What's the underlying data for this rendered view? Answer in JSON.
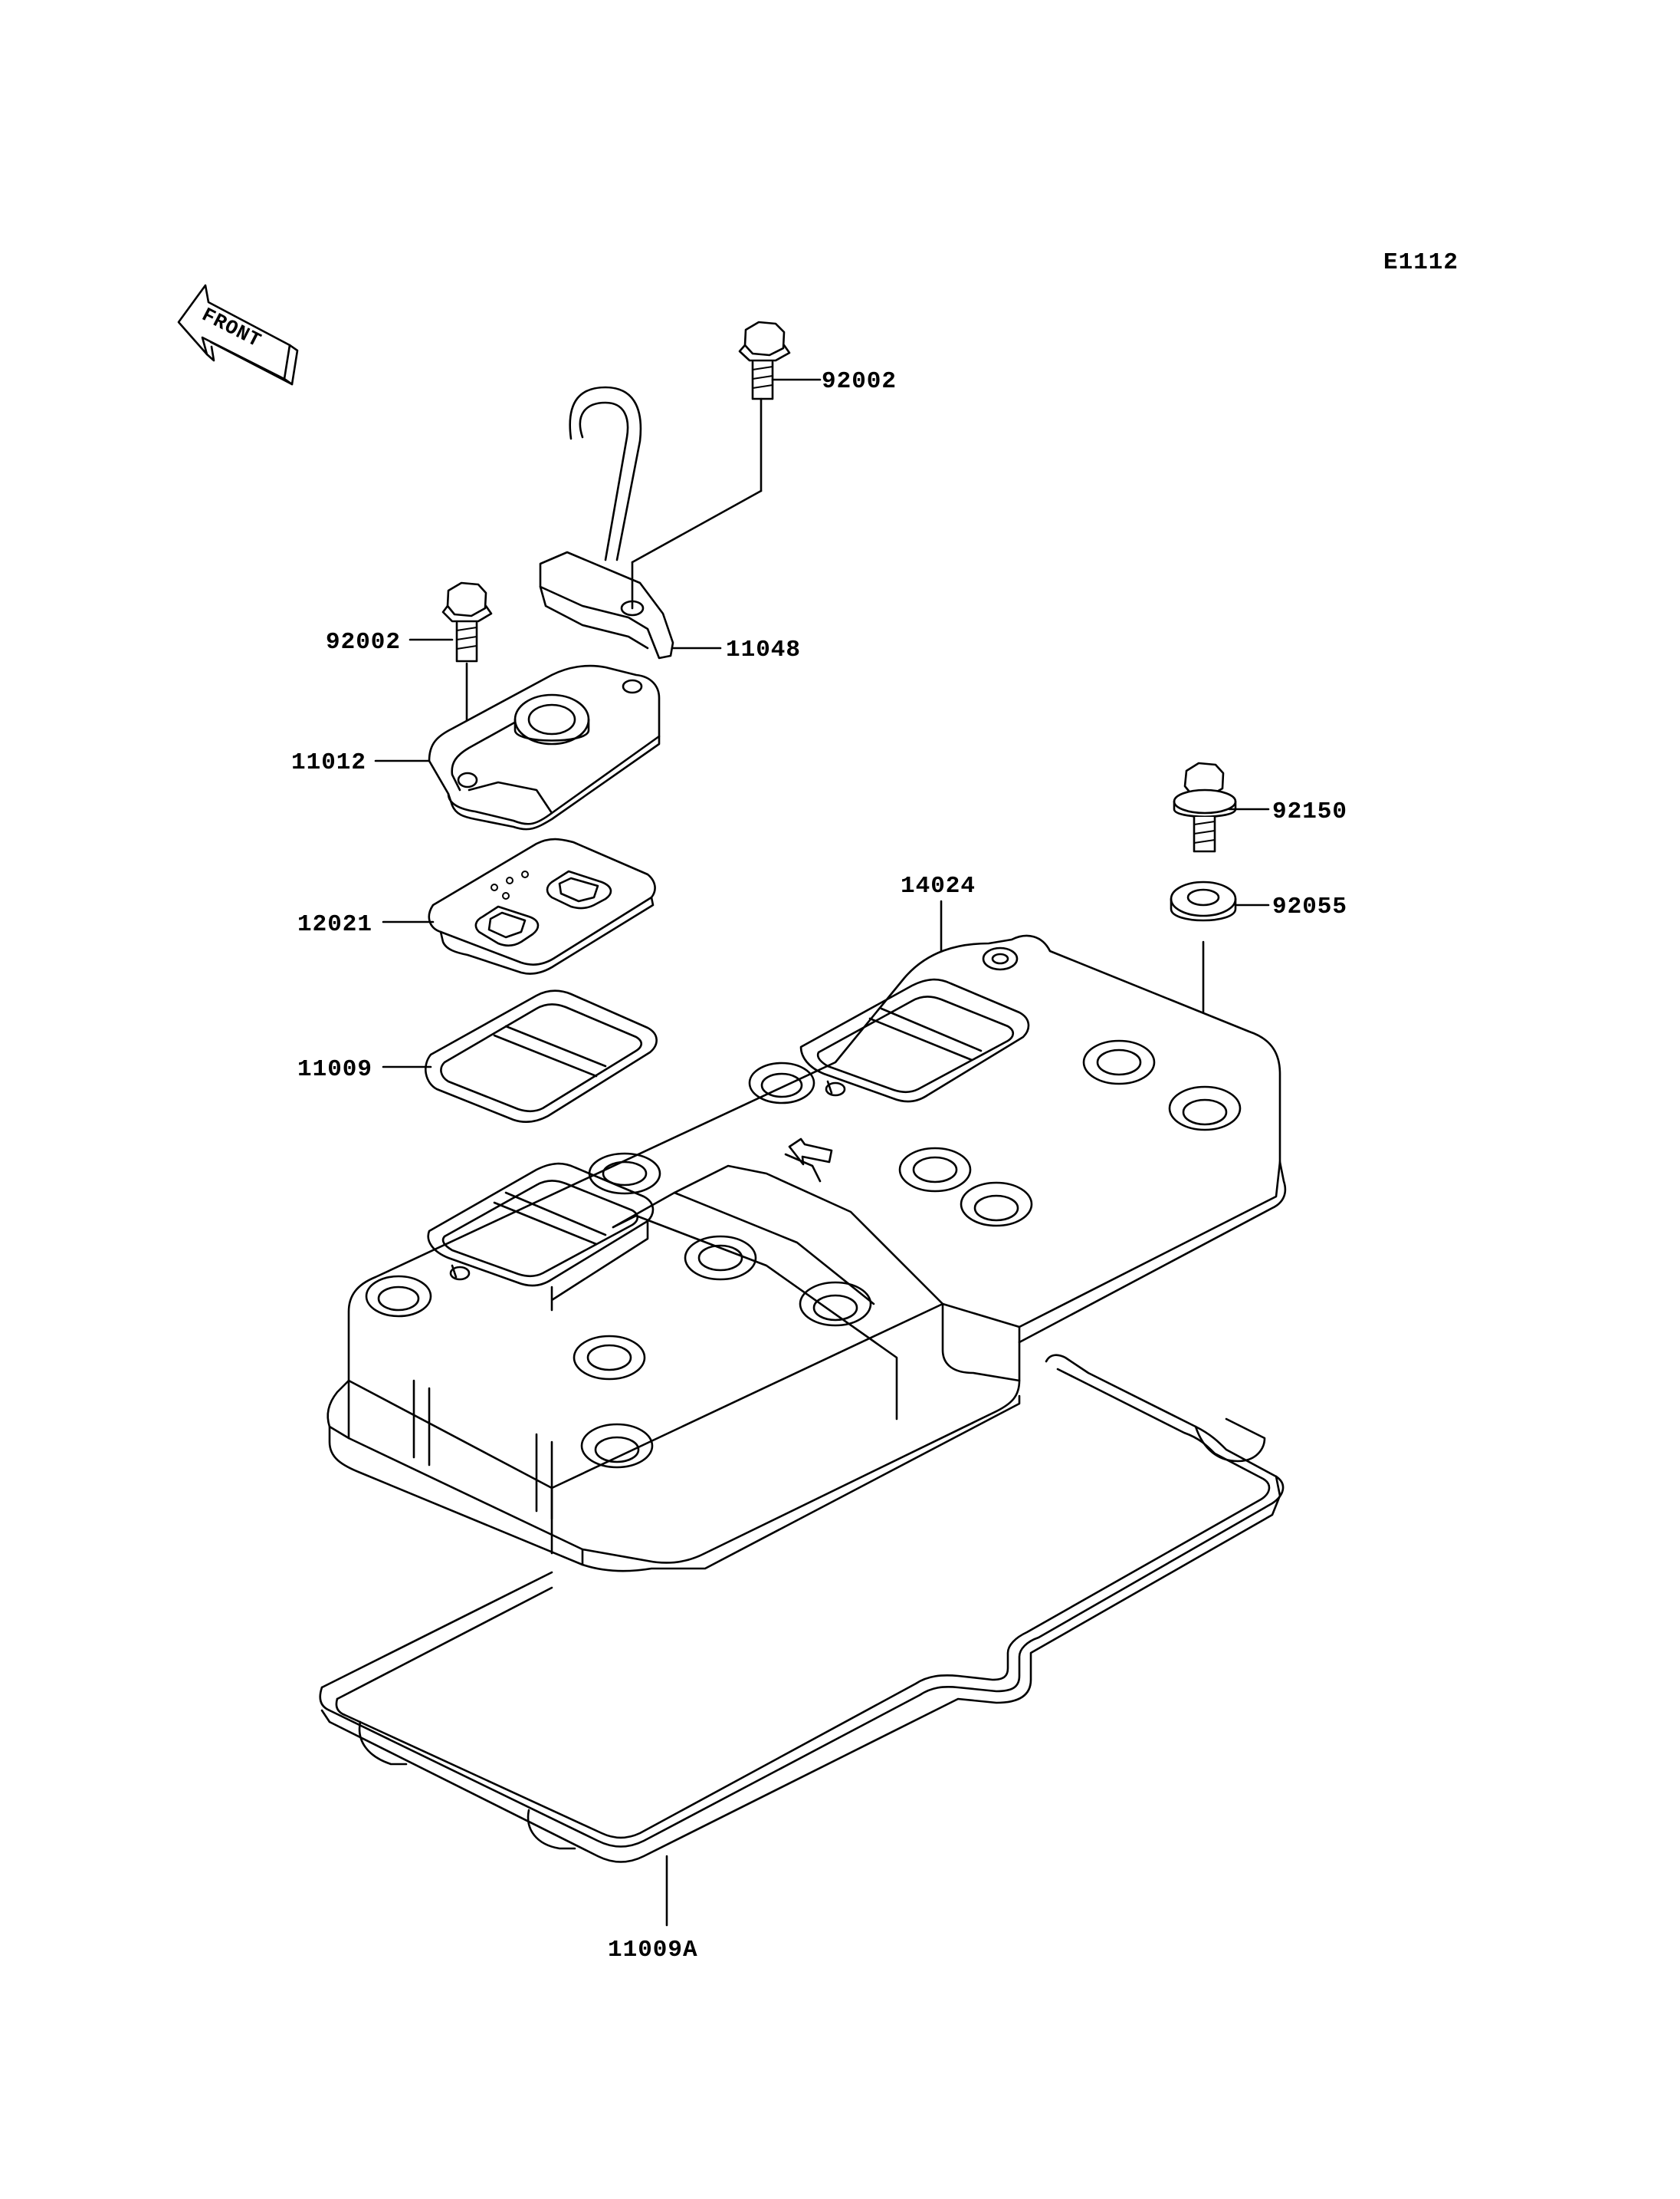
{
  "diagram": {
    "code": "E1112",
    "front_label": "FRONT",
    "parts": [
      {
        "id": "p-92002-top",
        "number": "92002",
        "name": "bolt"
      },
      {
        "id": "p-11048",
        "number": "11048",
        "name": "bracket"
      },
      {
        "id": "p-92002-left",
        "number": "92002",
        "name": "bolt"
      },
      {
        "id": "p-11012",
        "number": "11012",
        "name": "cover"
      },
      {
        "id": "p-12021",
        "number": "12021",
        "name": "reed-plate"
      },
      {
        "id": "p-11009",
        "number": "11009",
        "name": "gasket"
      },
      {
        "id": "p-14024",
        "number": "14024",
        "name": "cylinder-head-cover"
      },
      {
        "id": "p-92150",
        "number": "92150",
        "name": "bolt"
      },
      {
        "id": "p-92055",
        "number": "92055",
        "name": "washer"
      },
      {
        "id": "p-11009A",
        "number": "11009A",
        "name": "head-cover-gasket"
      }
    ]
  }
}
